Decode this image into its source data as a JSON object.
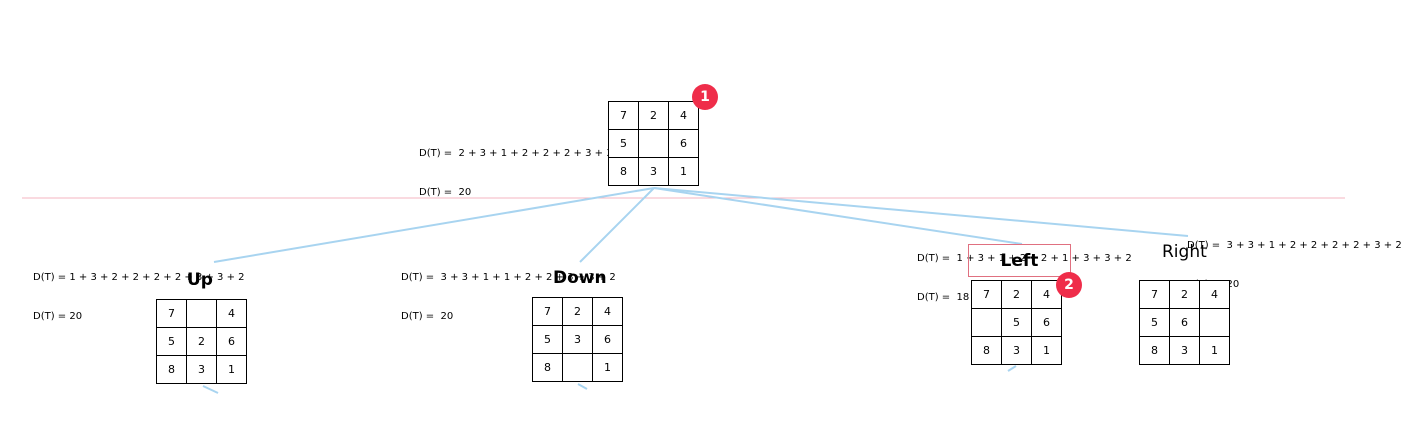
{
  "colors": {
    "edge": "#a8d4f0",
    "divider": "#f4b6c2",
    "badge": "#ef2d4a",
    "highlight_border": "#e07080"
  },
  "root": {
    "cells": [
      "7",
      "2",
      "4",
      "5",
      "",
      "6",
      "8",
      "3",
      "1"
    ],
    "formula_line1": "D(T) =  2 + 3 + 1 + 2 + 2 + 2 + 3 + 3 + 2",
    "formula_line2": "D(T) =  20",
    "badge": "1"
  },
  "children": {
    "up": {
      "label": "Up",
      "cells": [
        "7",
        "",
        "4",
        "5",
        "2",
        "6",
        "8",
        "3",
        "1"
      ],
      "formula_line1": "D(T) = 1 + 3 + 2 + 2 + 2 + 2 + 3 + 3 + 2",
      "formula_line2": "D(T) = 20"
    },
    "down": {
      "label": "Down",
      "cells": [
        "7",
        "2",
        "4",
        "5",
        "3",
        "6",
        "8",
        "",
        "1"
      ],
      "formula_line1": "D(T) =  3 + 3 + 1 + 1 + 2 + 2 + 3 + 3 + 2",
      "formula_line2": "D(T) =  20"
    },
    "left": {
      "label": "Left",
      "cells": [
        "7",
        "2",
        "4",
        "",
        "5",
        "6",
        "8",
        "3",
        "1"
      ],
      "formula_line1": "D(T) =  1 + 3 + 1 + 2 + 2 + 1 + 3 + 3 + 2",
      "formula_line2": "D(T) =  18",
      "badge": "2"
    },
    "right": {
      "label": "Right",
      "cells": [
        "7",
        "2",
        "4",
        "5",
        "6",
        "",
        "8",
        "3",
        "1"
      ],
      "formula_line1": "D(T) =  3 + 3 + 1 + 2 + 2 + 2 + 2 + 3 + 2",
      "formula_line2": "D(T) =  20"
    }
  }
}
